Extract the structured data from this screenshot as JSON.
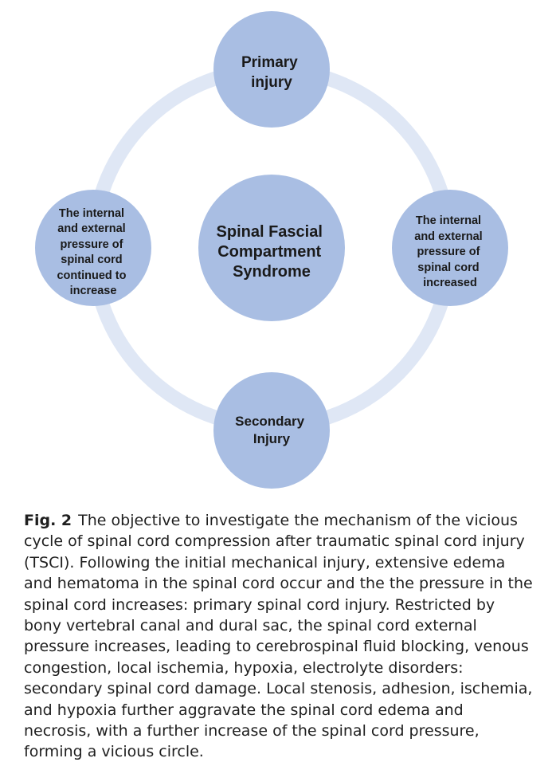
{
  "diagram": {
    "center": {
      "lines": [
        "Spinal Fascial",
        "Compartment",
        "Syndrome"
      ]
    },
    "nodes": [
      {
        "id": "top",
        "lines": [
          "Primary",
          "injury"
        ]
      },
      {
        "id": "right",
        "lines": [
          "The internal",
          "and external",
          "pressure of",
          "spinal cord",
          "increased"
        ]
      },
      {
        "id": "bottom",
        "lines": [
          "Secondary",
          "Injury"
        ]
      },
      {
        "id": "left",
        "lines": [
          "The internal",
          "and external",
          "pressure of",
          "spinal cord",
          "continued to",
          "increase"
        ]
      }
    ],
    "colors": {
      "node_fill": "#a9bee3",
      "ring": "#dfe7f5"
    }
  },
  "caption": {
    "label": "Fig. 2",
    "text": "The objective to investigate the mechanism of the vicious cycle of spinal cord compression after traumatic spinal cord injury (TSCI). Following the initial mechanical injury, extensive edema and hematoma in the spinal cord occur and the the pressure in the spinal cord increases: primary spinal cord injury. Restricted by bony vertebral canal and dural sac, the spinal cord external pressure increases, leading to cerebrospinal fluid blocking, venous congestion, local ischemia, hypoxia, electrolyte disorders: secondary spinal cord damage. Local stenosis, adhesion, ischemia, and hypoxia further aggravate the spinal cord edema and necrosis, with a further increase of the spinal cord pressure, forming a vicious circle."
  }
}
